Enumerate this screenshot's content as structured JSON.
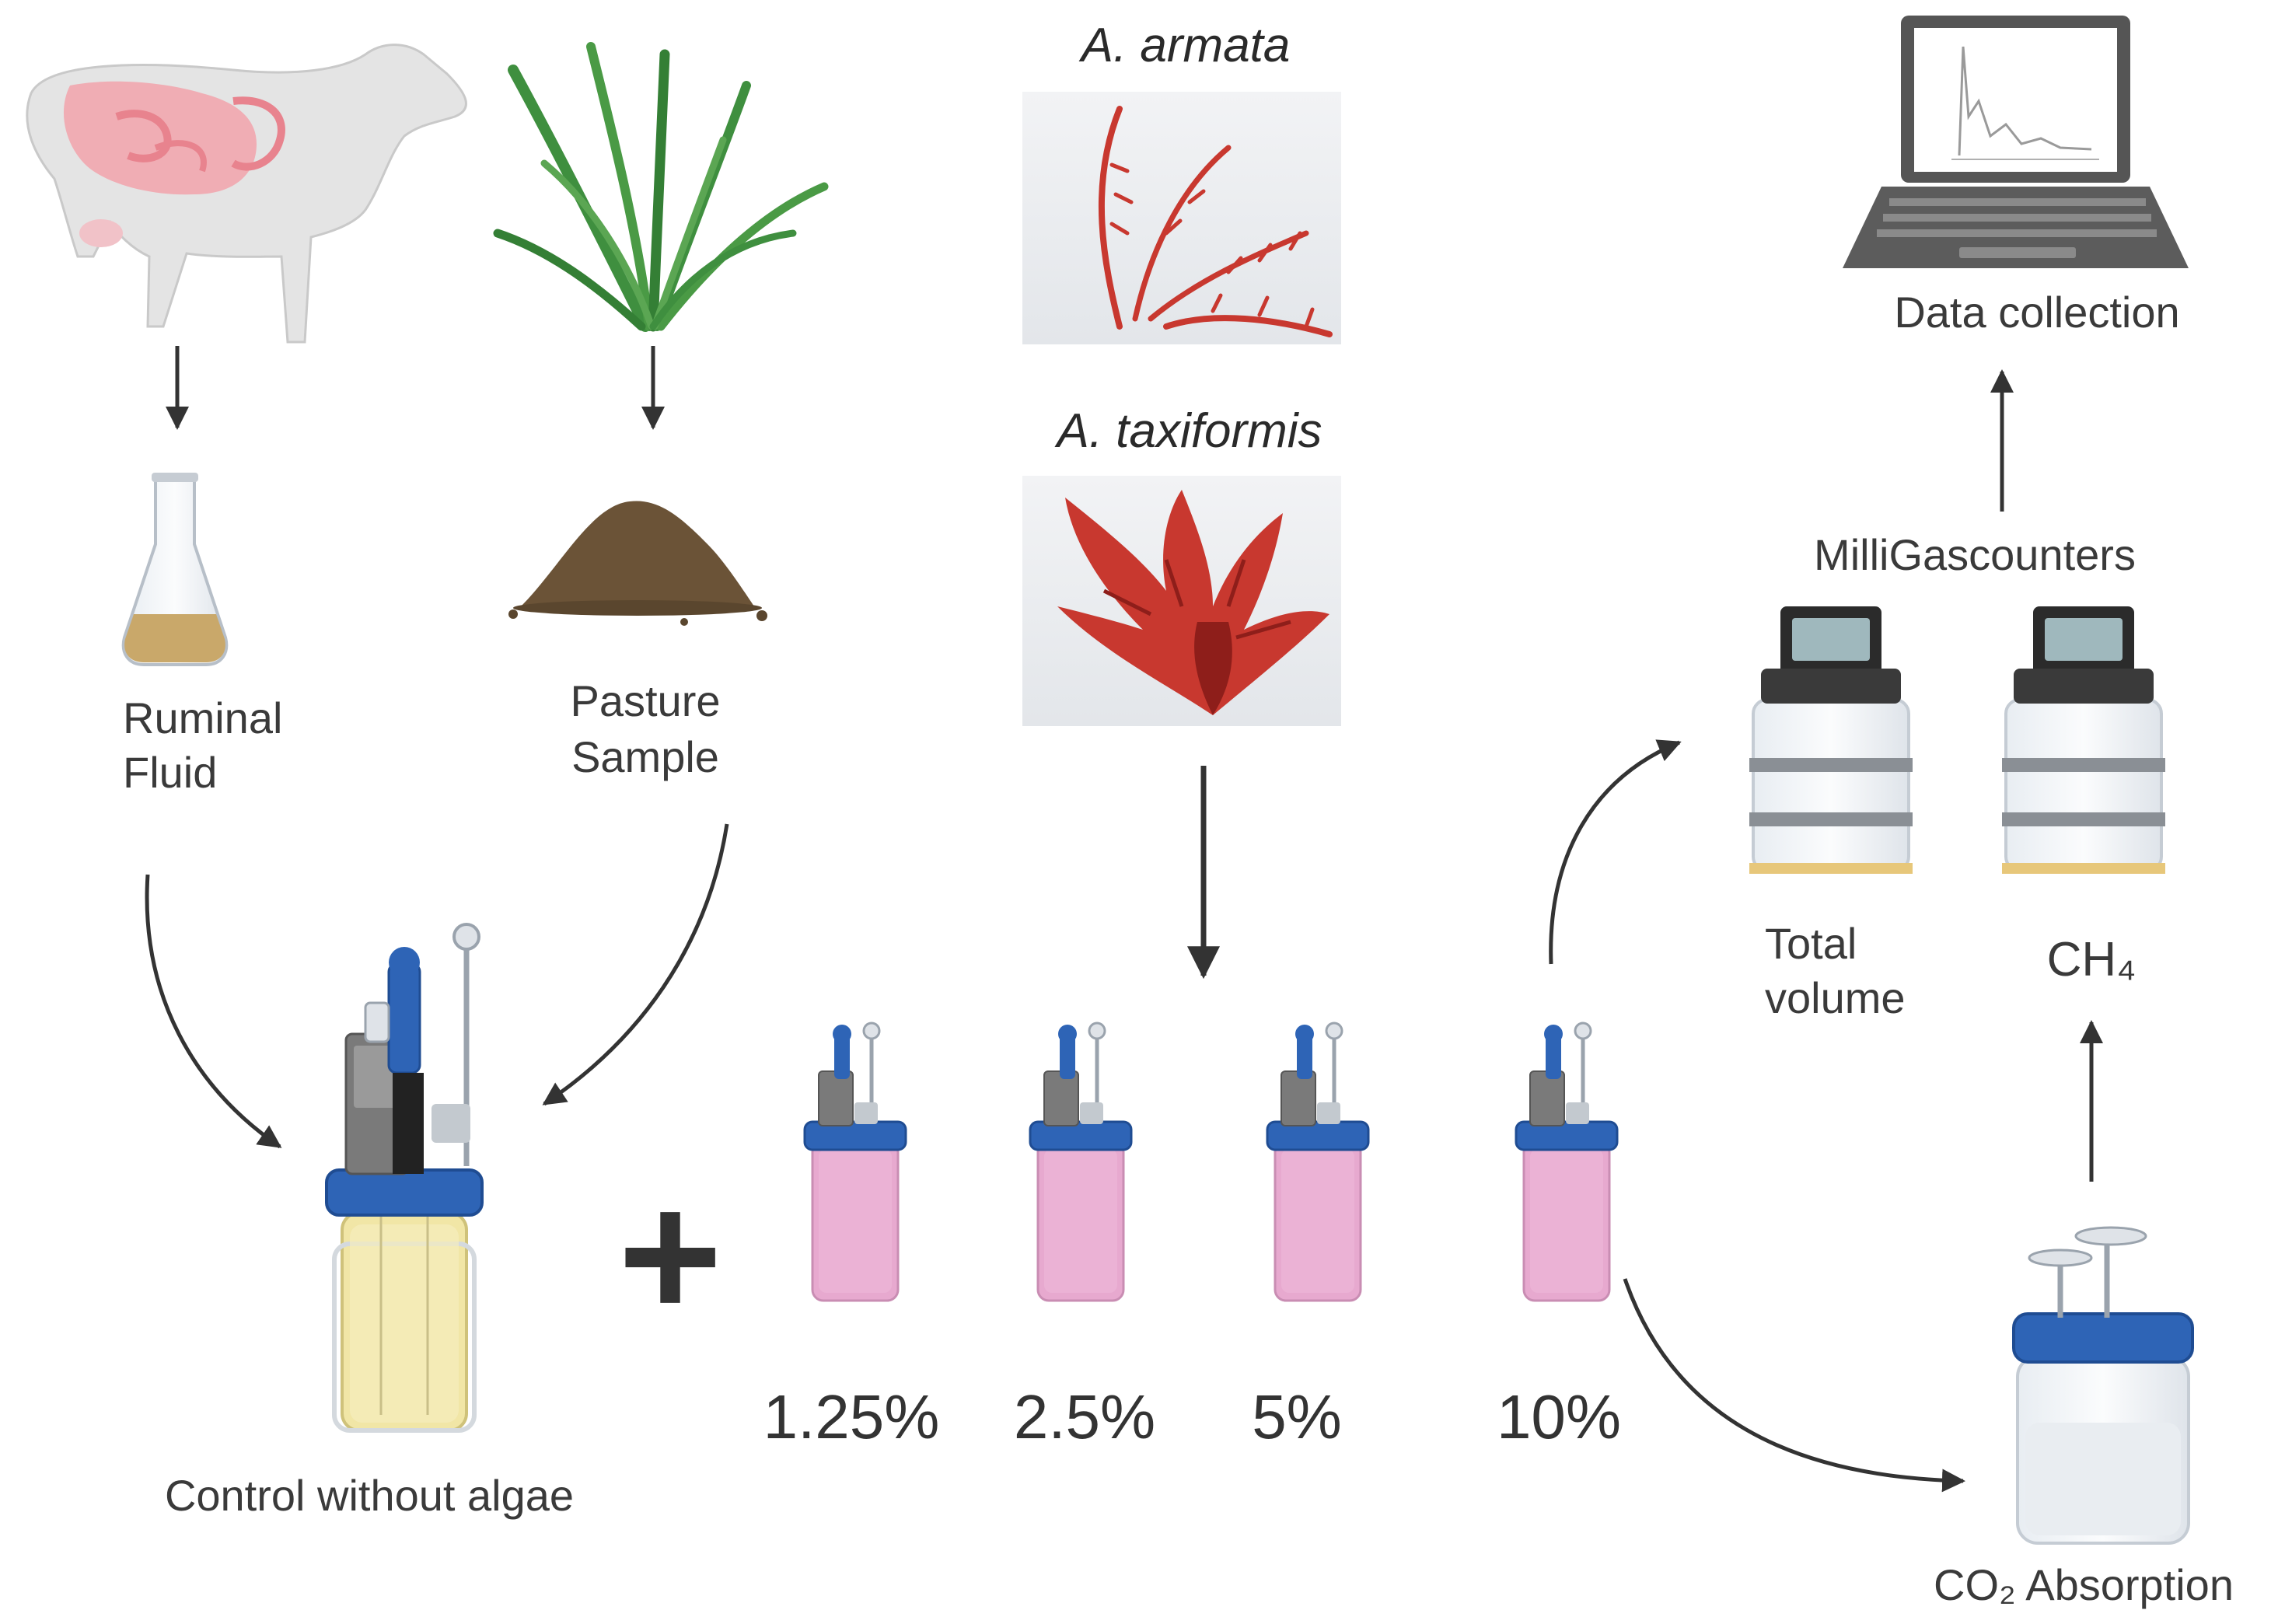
{
  "diagram": {
    "algae": [
      {
        "name": "A. armata"
      },
      {
        "name": "A. taxiformis"
      }
    ],
    "inputs": {
      "ruminal_fluid": [
        "Ruminal",
        "Fluid"
      ],
      "pasture_sample": [
        "Pasture",
        "Sample"
      ]
    },
    "control_label": "Control without algae",
    "plus_sign": "+",
    "doses": [
      "1.25%",
      "2.5%",
      "5%",
      "10%"
    ],
    "meters": {
      "title": "MilliGascounters",
      "total_volume": [
        "Total",
        "volume"
      ],
      "ch4": "CH₄"
    },
    "co2_label": "CO₂ Absorption",
    "data_collection": "Data collection"
  },
  "colors": {
    "arrow": "#333333",
    "cow_body": "#e4e4e4",
    "rumen": "#f2a3ab",
    "grass": "#3f8f3f",
    "soil": "#6b5337",
    "cap_blue": "#2e64b6",
    "control_liquid": "#f1e6a6",
    "treatment_liquid": "#e7a9cf",
    "algae_red": "#c8382f",
    "laptop": "#555555"
  }
}
